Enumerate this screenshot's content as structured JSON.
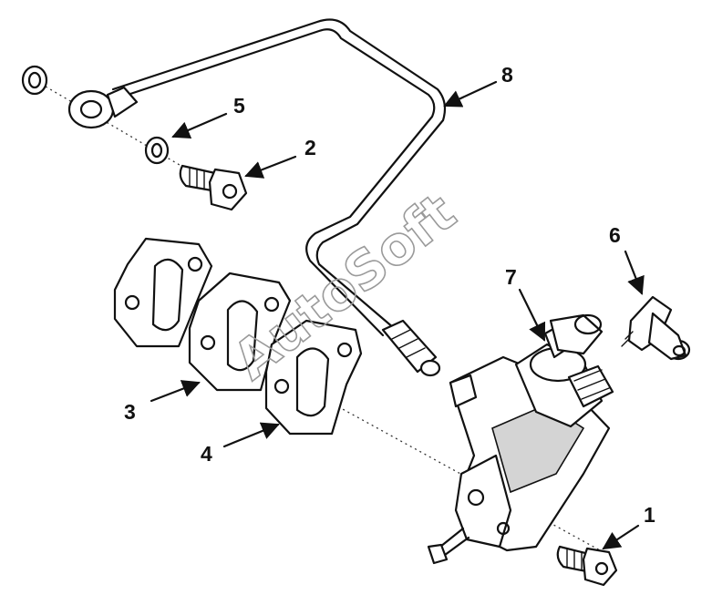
{
  "watermark": "AutoSoft",
  "callouts": [
    {
      "id": "1",
      "label": "1"
    },
    {
      "id": "2",
      "label": "2"
    },
    {
      "id": "3",
      "label": "3"
    },
    {
      "id": "4",
      "label": "4"
    },
    {
      "id": "5",
      "label": "5"
    },
    {
      "id": "6",
      "label": "6"
    },
    {
      "id": "7",
      "label": "7"
    },
    {
      "id": "8",
      "label": "8"
    }
  ],
  "colors": {
    "line": "#111111",
    "background": "#ffffff",
    "watermark": "#9a9a9a"
  },
  "icons": [
    "arrow-icon"
  ]
}
